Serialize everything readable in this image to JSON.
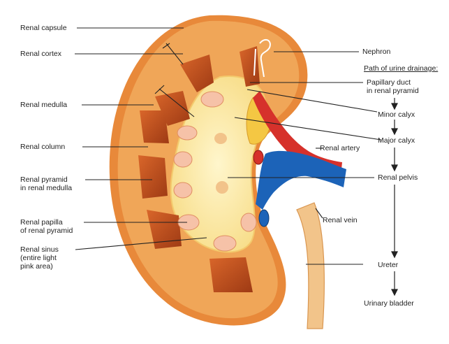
{
  "diagram": {
    "labels_left": {
      "renal_capsule": "Renal capsule",
      "renal_cortex": "Renal cortex",
      "renal_medulla": "Renal medulla",
      "renal_column": "Renal column",
      "renal_pyramid_line1": "Renal pyramid",
      "renal_pyramid_line2": "in renal medulla",
      "renal_papilla_line1": "Renal papilla",
      "renal_papilla_line2": "of renal pyramid",
      "renal_sinus_line1": "Renal sinus",
      "renal_sinus_line2": "(entire light",
      "renal_sinus_line3": "pink area)"
    },
    "labels_right": {
      "nephron": "Nephron",
      "path_heading": "Path of urine drainage:",
      "papillary_duct_line1": "Papillary duct",
      "papillary_duct_line2": "in renal pyramid",
      "minor_calyx": "Minor calyx",
      "major_calyx": "Major calyx",
      "renal_artery": "Renal artery",
      "renal_pelvis": "Renal pelvis",
      "renal_vein": "Renal vein",
      "ureter": "Ureter",
      "urinary_bladder": "Urinary bladder"
    },
    "colors": {
      "cortex": "#f0a658",
      "capsule": "#e8893a",
      "pyramid": "#c2541f",
      "sinus": "#fdf0b8",
      "artery": "#d6312b",
      "vein": "#1c63b8",
      "ureter": "#f2c48a"
    }
  }
}
